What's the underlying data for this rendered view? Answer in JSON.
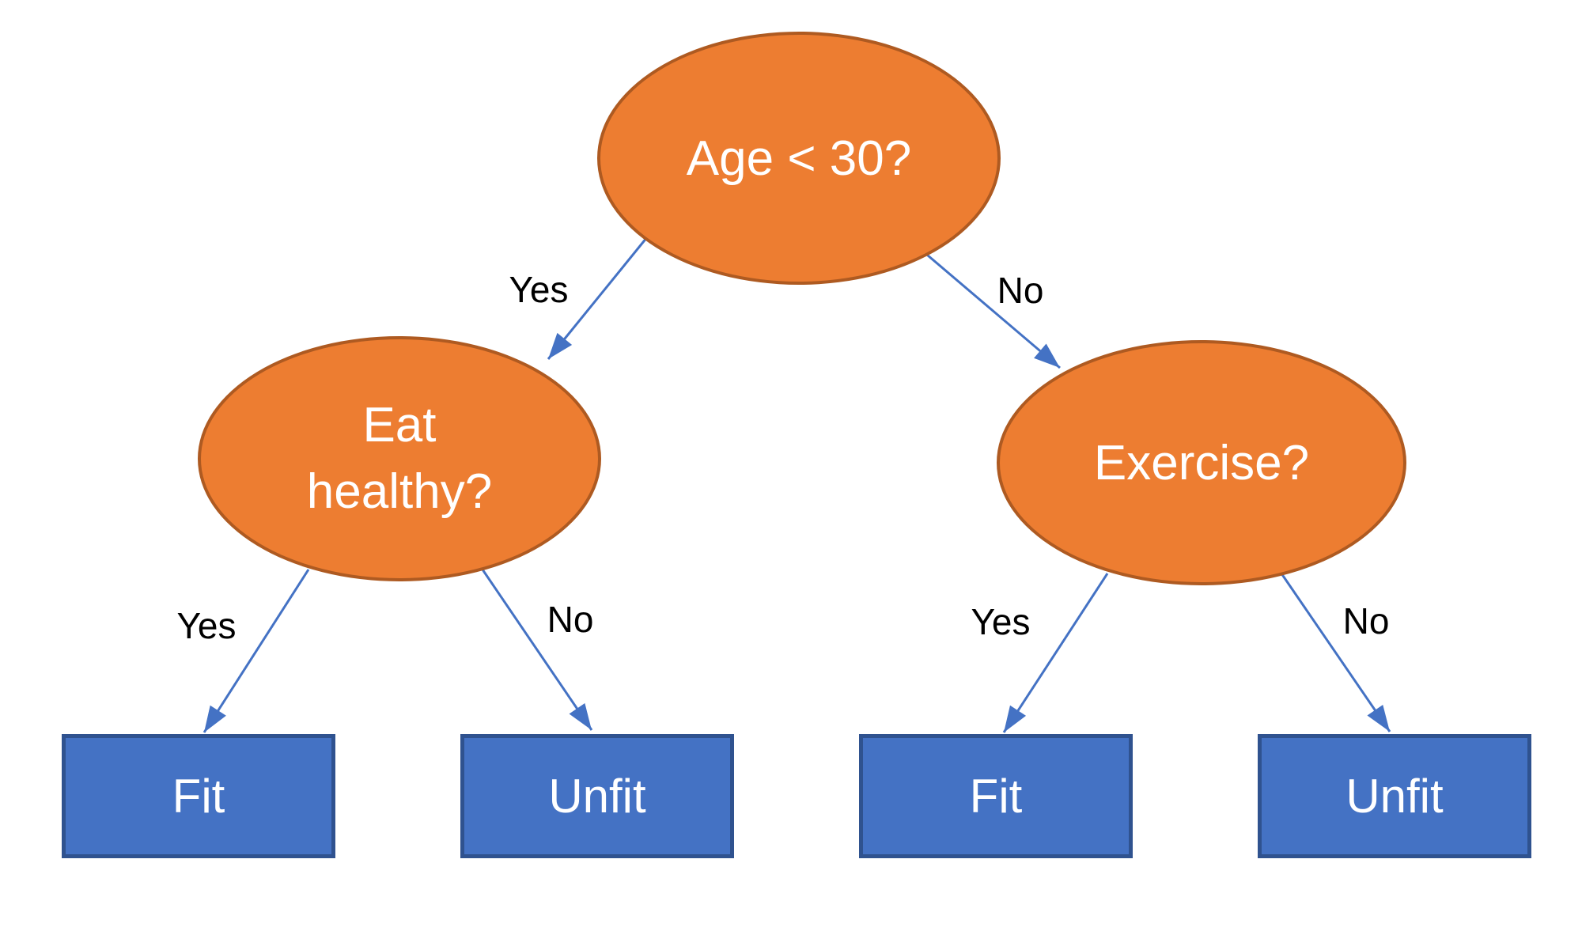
{
  "diagram": {
    "type": "decision-tree",
    "nodes": {
      "root": {
        "label": "Age < 30?"
      },
      "eat": {
        "line1": "Eat",
        "line2": "healthy?"
      },
      "exercise": {
        "label": "Exercise?"
      },
      "leaf_fit_1": {
        "label": "Fit"
      },
      "leaf_unfit_1": {
        "label": "Unfit"
      },
      "leaf_fit_2": {
        "label": "Fit"
      },
      "leaf_unfit_2": {
        "label": "Unfit"
      }
    },
    "edges": {
      "root_yes": "Yes",
      "root_no": "No",
      "eat_yes": "Yes",
      "eat_no": "No",
      "exercise_yes": "Yes",
      "exercise_no": "No"
    }
  },
  "colors": {
    "orange_fill": "#ED7D31",
    "orange_border": "#AE5A21",
    "blue_fill": "#4472C4",
    "blue_border": "#2F528F",
    "arrow": "#4472C4",
    "label_text": "#000000",
    "node_text": "#FFFFFF"
  }
}
